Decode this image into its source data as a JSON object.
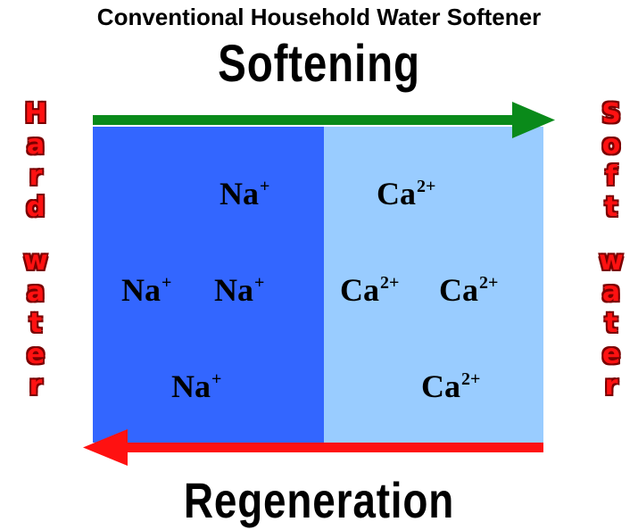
{
  "title": "Conventional Household Water Softener",
  "top_label": "Softening",
  "bottom_label": "Regeneration",
  "left_label": {
    "line1": "Hard",
    "line2": "water"
  },
  "right_label": {
    "line1": "Soft",
    "line2": "water"
  },
  "colors": {
    "left_zone": "#3366ff",
    "right_zone": "#99ccff",
    "softening_arrow": "#0a8a1a",
    "regeneration_arrow": "#ff1111",
    "side_text": "#ff1111"
  },
  "ions": {
    "sodium": {
      "symbol": "Na",
      "charge": "+"
    },
    "calcium": {
      "symbol": "Ca",
      "charge": "2+"
    }
  }
}
